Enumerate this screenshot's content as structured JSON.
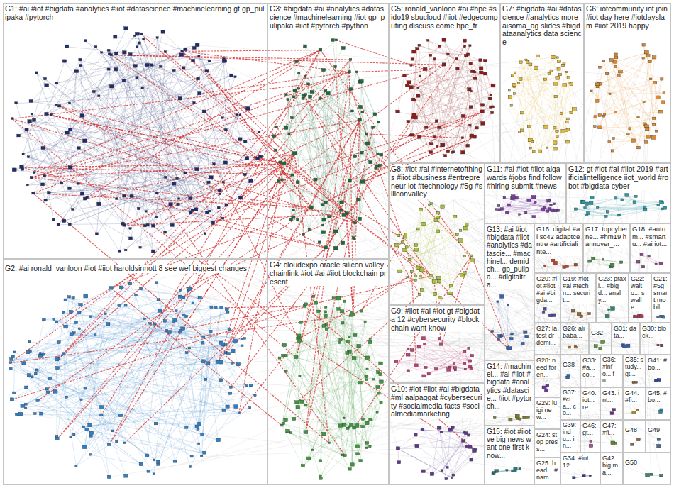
{
  "diagram": {
    "nodes": [
      {
        "text": [
          "G1: #ai #iot #bigdata #analytics #iiot #datascience #machinelearning gt gp_pulipaka #pytorch"
        ]
      },
      {
        "text": [
          "G3: #bigdata #ai #analytics #datascience #machinelearning #iot gp_pulipaka #iiot #pytorch #python"
        ]
      },
      {
        "text": [
          "G5: ronald_vanloon #ai #hpe #sido19 sbucloud #iiot #edgecomputing discuss come hpe_fr"
        ]
      },
      {
        "text": [
          "G7: #bigdata #ai #datascience #analytics more aisoma_ag slides #bigdataanalytics data science"
        ]
      },
      {
        "text": [
          "G6: iotcommunity iot join #iot day here #iotdayslam #iiot 2019 happy"
        ]
      },
      {
        "text": [
          "G8: #iot #ai #internetofthings #iiot #business #entrepreneur iot #technology #5g #siliconvalley"
        ]
      },
      {
        "text": [
          "G11: #ai #iot #iiot aiqawards #jobs find follow #hiring submit #news"
        ]
      },
      {
        "text": [
          "G12: gt #iot #ai #iiot 2019 #artificialintelligence iiot_world #robot #bigdata cyber"
        ]
      },
      {
        "text": [
          "G2: #ai ronald_vanloon #iot #iiot haroldsinnott 8 see wef biggest changes"
        ]
      },
      {
        "text": [
          "G4: cloudexpo oracle silicon valley chainlink #iot #ai #iiot blockchain present"
        ]
      },
      {
        "text": [
          "G9: #iiot #ai #iot gt #bigdata 12 #cybersecurity #blockchain want know"
        ]
      },
      {
        "text": [
          "G10: #iot #iiot #ai #bigdata #ml aalpaggat #cybersecurity #socialmedia facts #socialmediamarketing"
        ]
      },
      {
        "text": [
          "G13: #ai #iot #bigdata #iiot #analytics #datascie... #machinel... demidch... gp_pulipa... #digitaltra..."
        ]
      },
      {
        "text": [
          "G14: #machinel... #ai #iiot #bigdata #analytics #datascie... #iot #pytorch..."
        ]
      },
      {
        "text": [
          "G15: #iot #iiot ve big news want one first know..."
        ]
      },
      {
        "text": [
          "G16: digital #ai sc42 adaptcentre #artificialinte..."
        ]
      },
      {
        "text": [
          "G17: topcyberne... #hm19 hannover_..."
        ]
      },
      {
        "text": [
          "G18: #autom... #smartu... #ai iot..."
        ]
      },
      {
        "text": [
          "G20: #iot #iiot #ai #bigda..."
        ]
      },
      {
        "text": [
          "G19: #iot #ai #techn... securit..."
        ]
      },
      {
        "text": [
          "G23: praxi... #bigd... analy..."
        ]
      },
      {
        "text": [
          "G22: walto... s walle..."
        ]
      },
      {
        "text": [
          "G21: #5g smart mobil..."
        ]
      },
      {
        "text": [
          "G27: latest dr demi..."
        ]
      },
      {
        "text": [
          "G26: alibaba..."
        ]
      },
      {
        "text": [
          "G32"
        ]
      },
      {
        "text": [
          "G31: data..."
        ]
      },
      {
        "text": [
          "G30: block..."
        ]
      },
      {
        "text": [
          "G28: need foren..."
        ]
      },
      {
        "text": [
          "G29: luigi new..."
        ]
      },
      {
        "text": [
          "G24: stop press..."
        ]
      },
      {
        "text": [
          "G25: head... #nam..."
        ]
      },
      {
        "text": [
          "G38"
        ]
      },
      {
        "text": [
          "G33: #a... co..."
        ]
      },
      {
        "text": [
          "G36: #info... fu..."
        ]
      },
      {
        "text": [
          "G35: study... gt..."
        ]
      },
      {
        "text": [
          "G41: #bo..."
        ]
      },
      {
        "text": [
          "G37: #cla... co..."
        ]
      },
      {
        "text": [
          "G40: iot... re..."
        ]
      },
      {
        "text": [
          "G43: int..."
        ]
      },
      {
        "text": [
          "G44: #fi..."
        ]
      },
      {
        "text": [
          "G45: #bo..."
        ]
      },
      {
        "text": [
          "G39: indu... in..."
        ]
      },
      {
        "text": [
          "G46: gt..."
        ]
      },
      {
        "text": [
          "G47: #fi..."
        ]
      },
      {
        "text": [
          "G48"
        ]
      },
      {
        "text": [
          "G49"
        ]
      },
      {
        "text": [
          "G34: #iot... 12..."
        ]
      },
      {
        "text": [
          "G42: big ma..."
        ]
      },
      {
        "text": [
          "G50"
        ]
      }
    ]
  }
}
